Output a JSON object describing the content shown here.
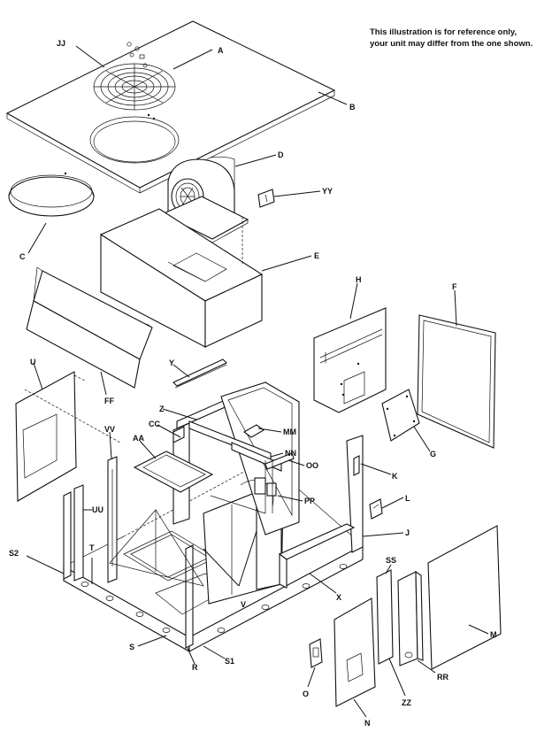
{
  "note": {
    "line1": "This illustration is for reference only,",
    "line2": "your unit may differ from the one shown."
  },
  "labels": {
    "JJ": "JJ",
    "A": "A",
    "B": "B",
    "C": "C",
    "D": "D",
    "YY": "YY",
    "E": "E",
    "H": "H",
    "F": "F",
    "U": "U",
    "FF": "FF",
    "Y": "Y",
    "Z": "Z",
    "MM": "MM",
    "CC": "CC",
    "AA": "AA",
    "VV": "VV",
    "NN": "NN",
    "OO": "OO",
    "G": "G",
    "K": "K",
    "L": "L",
    "UU": "UU",
    "PP": "PP",
    "J": "J",
    "T": "T",
    "S2": "S2",
    "SS": "SS",
    "M": "M",
    "X": "X",
    "V": "V",
    "S": "S",
    "S1": "S1",
    "R": "R",
    "O": "O",
    "RR": "RR",
    "ZZ": "ZZ",
    "N": "N"
  }
}
